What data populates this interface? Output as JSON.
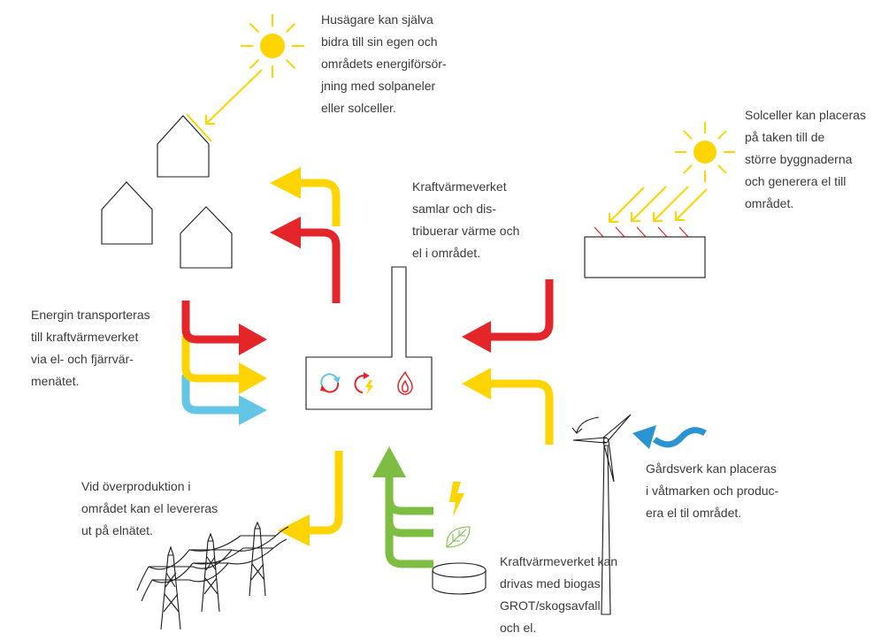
{
  "colors": {
    "electricity_red": "#E4262A",
    "solar_yellow": "#FFD400",
    "district_heating_blue": "#63C6E4",
    "wind_blue": "#2A93D1",
    "biofuel_green": "#7DBE42",
    "outline": "#1A1A1A",
    "text": "#3A3A3A"
  },
  "labels": {
    "homeowners": [
      "Husägare kan själva",
      "bidra till sin egen och",
      "områdets energiförsör-",
      "jning med solpaneler",
      "eller solceller."
    ],
    "solar_roofs": [
      "Solceller kan placeras",
      "på taken till de",
      "större byggnaderna",
      "och generera el till",
      "området."
    ],
    "chp_plant": [
      "Kraftvärmeverket",
      "samlar och dis-",
      "tribuerar värme och",
      "el i området."
    ],
    "transport": [
      "Energin transporteras",
      "till kraftvärmeverket",
      "via el- och fjärrvär-",
      "menätet."
    ],
    "farm_turbines": [
      "Gårdsverk kan placeras",
      "i våtmarken och produc-",
      "era el til området."
    ],
    "overproduction": [
      "Vid överproduktion i",
      "området kan el levereras",
      "ut på elnätet."
    ],
    "fuels": [
      "Kraftvärmeverket kan",
      "drivas med biogas,",
      "GROT/skogsavfall",
      "och el."
    ]
  },
  "icons": {
    "chp_plant": [
      "heat-exchange-icon",
      "power-cycle-icon",
      "flame-icon"
    ],
    "fuel_inputs": [
      "lightning-icon",
      "leaf-icon",
      "biogas-tank-icon"
    ]
  }
}
